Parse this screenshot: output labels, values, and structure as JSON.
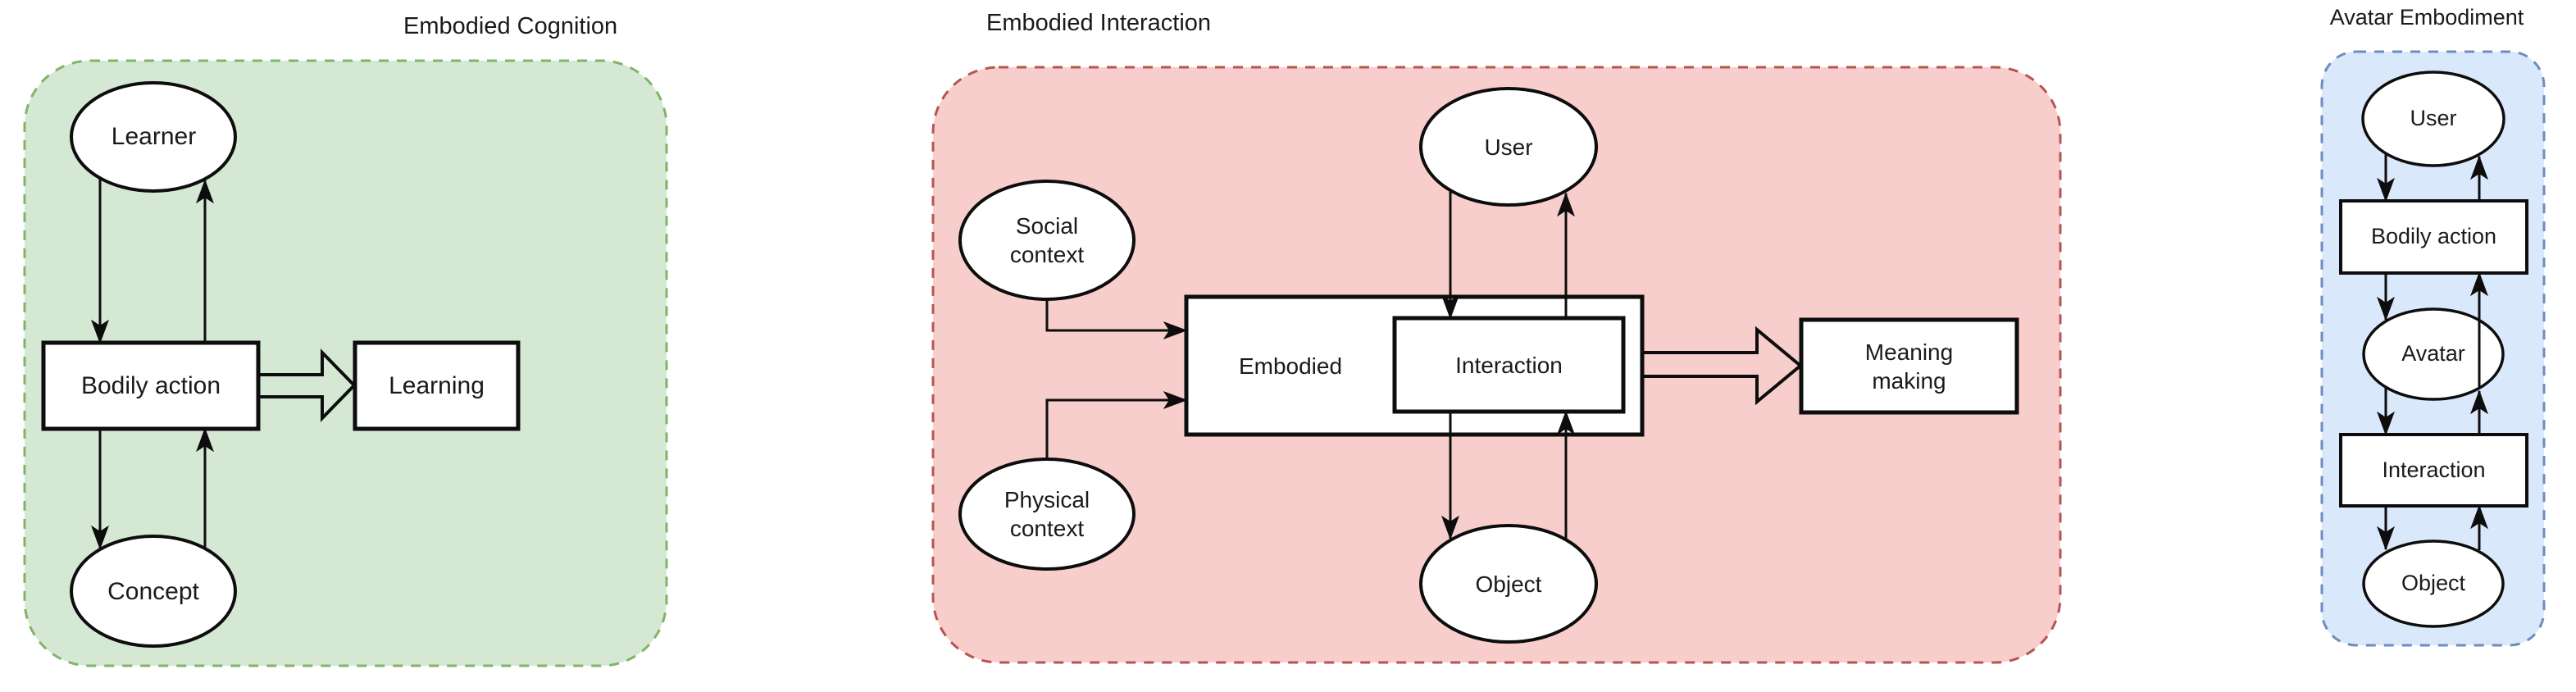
{
  "page": {
    "background": "#ffffff"
  },
  "panels": {
    "embodied_cognition": {
      "title": "Embodied Cognition",
      "fill": "#d5e8d4",
      "stroke": "#82b366",
      "nodes": {
        "learner": "Learner",
        "bodily_action": "Bodily action",
        "concept": "Concept",
        "learning": "Learning"
      },
      "edges": [
        "Learner -> Bodily action",
        "Bodily action -> Learner",
        "Bodily action -> Concept",
        "Concept -> Bodily action",
        "Bodily action => Learning"
      ]
    },
    "embodied_interaction": {
      "title": "Embodied Interaction",
      "fill": "#f8cecc",
      "stroke": "#b85450",
      "nodes": {
        "social_context": "Social\ncontext",
        "physical_context": "Physical\ncontext",
        "user": "User",
        "embodied": "Embodied",
        "interaction": "Interaction",
        "object": "Object",
        "meaning_making": "Meaning\nmaking"
      },
      "edges": [
        "Social context -> Embodied",
        "Physical context -> Embodied",
        "User -> Interaction",
        "Interaction -> User",
        "Interaction -> Object",
        "Object -> Interaction",
        "Embodied Interaction => Meaning making"
      ]
    },
    "avatar_embodiment": {
      "title": "Avatar Embodiment",
      "fill": "#dae8fc",
      "stroke": "#6c8ebf",
      "nodes": {
        "user": "User",
        "bodily_action": "Bodily action",
        "avatar": "Avatar",
        "interaction": "Interaction",
        "object": "Object"
      },
      "edges": [
        "User -> Bodily action",
        "Bodily action -> User",
        "Bodily action -> Avatar",
        "Avatar -> Bodily action",
        "Avatar -> Interaction",
        "Interaction -> Avatar",
        "Interaction -> Object",
        "Object -> Interaction"
      ]
    }
  }
}
